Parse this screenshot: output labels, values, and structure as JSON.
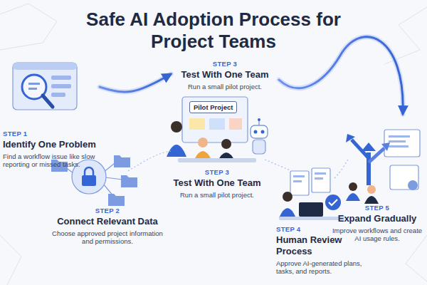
{
  "diagram": {
    "title": "Safe AI Adoption Process for Project Teams",
    "nodes": [
      {
        "text": [
          "STEP 1",
          "Identify One Problem",
          "Find a workflow issue like slow reporting or missed tasks."
        ]
      },
      {
        "text": [
          "STEP 3",
          "Test With One Team",
          "Run a small pilot project."
        ]
      },
      {
        "text": [
          "STEP 2",
          "Connect Relevant Data",
          "Choose approved project information and permissions."
        ]
      },
      {
        "text": [
          "STEP 3",
          "Test With One Team",
          "Run a small pilot project."
        ]
      },
      {
        "text": [
          "STEP 4",
          "Human Review Process",
          "Approve AI-generated plans, tasks, and reports."
        ]
      },
      {
        "text": [
          "STEP 5",
          "Expand Gradually",
          "Improve workflows and create AI usage rules."
        ]
      }
    ],
    "edges": [
      {
        "from": 0,
        "to": 1,
        "arrow": "to"
      },
      {
        "from": 1,
        "to": 5,
        "arrow": "to"
      }
    ],
    "labels": [
      "Pilot Project"
    ]
  }
}
